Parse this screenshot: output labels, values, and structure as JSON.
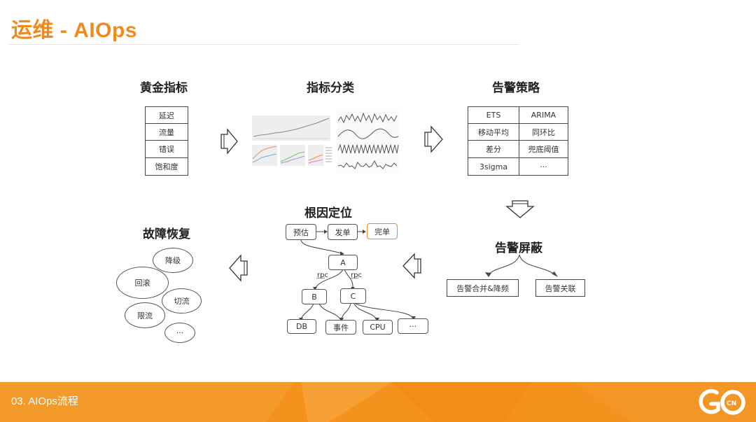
{
  "header": {
    "title": "运维 - AIOps"
  },
  "golden_metrics": {
    "title": "黄金指标",
    "items": [
      "延迟",
      "流量",
      "错误",
      "饱和度"
    ]
  },
  "metric_classification": {
    "title": "指标分类"
  },
  "alert_strategy": {
    "title": "告警策略",
    "rows": [
      [
        "ETS",
        "ARIMA"
      ],
      [
        "移动平均",
        "同环比"
      ],
      [
        "差分",
        "兜底阈值"
      ],
      [
        "3sigma",
        "···"
      ]
    ]
  },
  "root_cause": {
    "title": "根因定位",
    "flow": [
      "预估",
      "发单",
      "完单"
    ],
    "nodes": {
      "a": "A",
      "b": "B",
      "c": "C",
      "db": "DB",
      "event": "事件",
      "cpu": "CPU",
      "more": "···"
    },
    "rpc_left": "rpc",
    "rpc_right": "rpc"
  },
  "alert_suppression": {
    "title": "告警屏蔽",
    "items": [
      "告警合并&降频",
      "告警关联"
    ]
  },
  "fault_recovery": {
    "title": "故障恢复",
    "items": [
      "降级",
      "回滚",
      "切流",
      "限流",
      "···"
    ]
  },
  "footer": {
    "text": "03. AIOps流程",
    "logo_text": "CN"
  },
  "colors": {
    "accent": "#f08a1c",
    "footer_orange": "#f5921e",
    "highlight_node": "#f08a1c"
  }
}
